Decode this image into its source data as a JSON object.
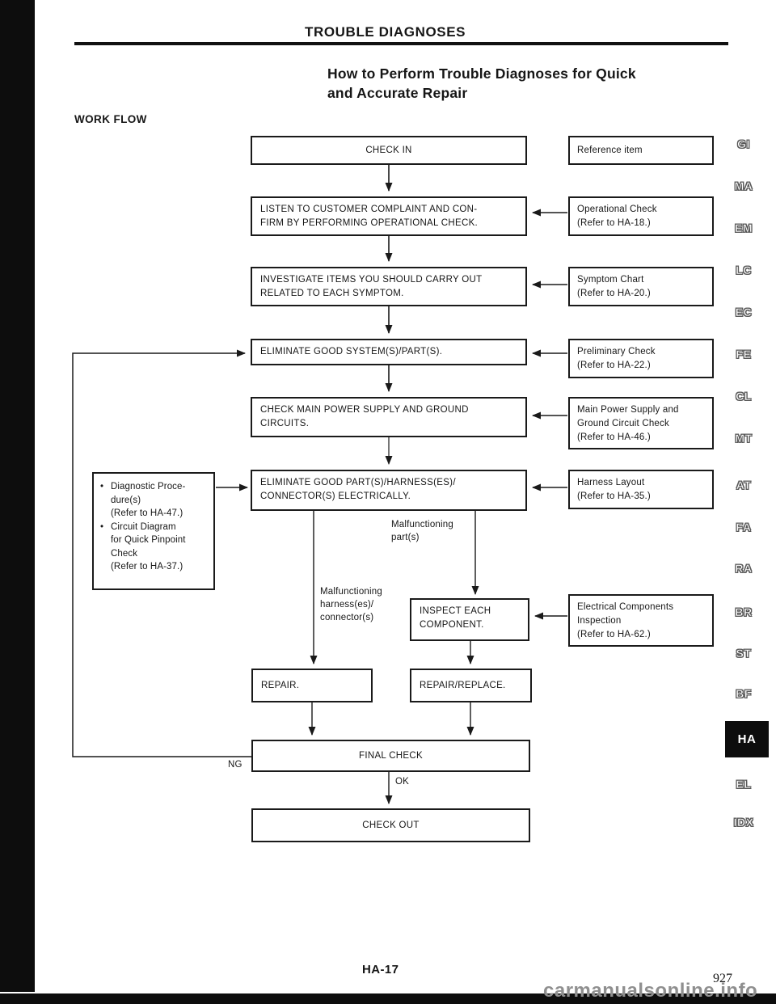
{
  "page": {
    "header": "TROUBLE DIAGNOSES",
    "section_title": "How to Perform Trouble Diagnoses for Quick\nand Accurate Repair",
    "workflow_label": "WORK FLOW",
    "footer_page_code": "HA-17",
    "footer_page_number": "927",
    "watermark": "carmanualsonline.info"
  },
  "flow": {
    "check_in": "CHECK IN",
    "listen": "LISTEN TO CUSTOMER COMPLAINT AND CON-\nFIRM BY PERFORMING OPERATIONAL CHECK.",
    "investigate": "INVESTIGATE ITEMS YOU SHOULD CARRY OUT\nRELATED TO EACH SYMPTOM.",
    "eliminate_system": "ELIMINATE GOOD SYSTEM(S)/PART(S).",
    "check_power": "CHECK MAIN POWER SUPPLY AND GROUND\nCIRCUITS.",
    "eliminate_part": "ELIMINATE GOOD PART(S)/HARNESS(ES)/\nCONNECTOR(S) ELECTRICALLY.",
    "inspect": "INSPECT EACH\nCOMPONENT.",
    "repair": "REPAIR.",
    "repair_replace": "REPAIR/REPLACE.",
    "final_check": "FINAL CHECK",
    "check_out": "CHECK OUT",
    "label_ng": "NG",
    "label_ok": "OK",
    "label_malfunctioning_part": "Malfunctioning\npart(s)",
    "label_malfunctioning_harness": "Malfunctioning\nharness(es)/\nconnector(s)"
  },
  "references": {
    "header": "Reference item",
    "items": [
      "Operational Check\n(Refer to HA-18.)",
      "Symptom Chart\n(Refer to HA-20.)",
      "Preliminary Check\n(Refer to HA-22.)",
      "Main Power Supply and\nGround Circuit Check\n(Refer to HA-46.)",
      "Harness Layout\n(Refer to HA-35.)",
      "Electrical Components\nInspection\n(Refer to HA-62.)"
    ]
  },
  "left_box": {
    "items": [
      {
        "bullet": "•",
        "text": "Diagnostic Proce-\ndure(s)\n(Refer to HA-47.)"
      },
      {
        "bullet": "•",
        "text": "Circuit Diagram\nfor Quick Pinpoint\nCheck\n(Refer to HA-37.)"
      }
    ]
  },
  "margin_codes": [
    "GI",
    "MA",
    "EM",
    "LC",
    "EC",
    "FE",
    "CL",
    "MT",
    "AT",
    "FA",
    "RA",
    "BR",
    "ST",
    "BF",
    "EL",
    "IDX"
  ],
  "margin_active": "HA"
}
